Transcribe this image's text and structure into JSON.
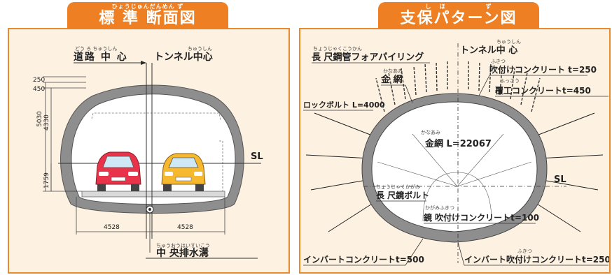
{
  "left": {
    "title": "標 準 断面図",
    "title_ruby": "ひょうじゅんだんめん ず",
    "road_center": "道路 中 心",
    "road_center_ruby": "どう ろ ちゅうしん",
    "tunnel_center": "トンネル中心",
    "tunnel_center_ruby": "ちゅうしん",
    "dims": {
      "d250": "250",
      "d450": "450",
      "d5030": "5030",
      "d4330": "4330",
      "d1759": "1759",
      "w_left": "4528",
      "w_right": "4528"
    },
    "sl": "SL",
    "drain": "中 央排水溝",
    "drain_ruby": "ちゅうおうはいすいこう",
    "cars": [
      {
        "name": "red-car",
        "color": "#e8334a"
      },
      {
        "name": "yellow-car",
        "color": "#f5b82e"
      }
    ]
  },
  "right": {
    "title": "支保パターン図",
    "title_ruby_1": "し",
    "title_ruby_2": "ほ",
    "title_ruby_3": "ず",
    "steel_pipe": "長 尺鋼管フォアパイリング",
    "steel_pipe_ruby": "ちょうじゃくこうかん",
    "tunnel_center": "トンネル中 心",
    "tunnel_center_ruby": "ちゅうしん",
    "shotcrete": "吹付けコンクリート t=250",
    "shotcrete_ruby": "ふきつ",
    "lining": "覆工コンクリートt=450",
    "lining_ruby": "ふっこう",
    "wire_mesh": "金 網",
    "wire_mesh_ruby": "かなあみ",
    "rock_bolt": "ロックボルト L=4000",
    "mesh_length": "金網 L=22067",
    "mesh_length_ruby": "かなあみ",
    "long_bolt": "長 尺鏡ボルト",
    "long_bolt_ruby": "ちょうじゃくかがみ",
    "face_shotcrete": "鏡 吹付けコンクリートt=100",
    "face_shotcrete_ruby": "かがみふきつ",
    "sl": "SL",
    "invert": "インバートコンクリートt=500",
    "invert_shotcrete": "インバート吹付けコンクリートt=250",
    "invert_shotcrete_ruby": "ふきつ"
  },
  "colors": {
    "accent": "#ee7f22",
    "panel_bg": "#fdf1e1",
    "lining": "#8e8e8e"
  }
}
